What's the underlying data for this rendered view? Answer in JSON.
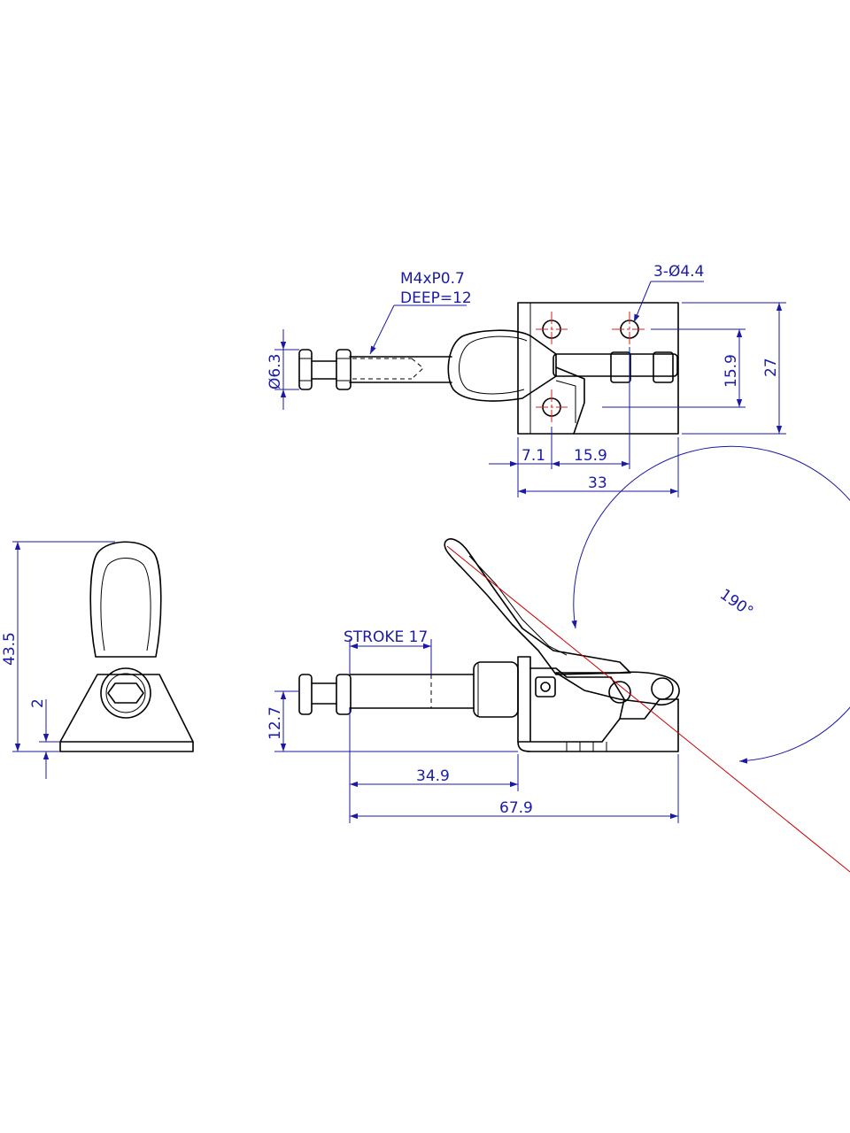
{
  "drawing": {
    "thread_note_line1": "M4xP0.7",
    "thread_note_line2": "DEEP=12",
    "holes_note": "3-Ø4.4",
    "dims": {
      "plunger_diameter": "Ø6.3",
      "hole_spacing_v": "15.9",
      "base_height": "27",
      "edge_to_hole": "7.1",
      "hole_spacing_h": "15.9",
      "base_length": "33",
      "overall_height": "43.5",
      "base_thickness": "2",
      "plunger_height": "12.7",
      "stroke": "STROKE 17",
      "plunger_reach": "34.9",
      "overall_length": "67.9",
      "handle_angle": "190°"
    },
    "colors": {
      "dimension": "#1a1aa6",
      "centerline": "#d22222",
      "outline": "#000000"
    }
  }
}
